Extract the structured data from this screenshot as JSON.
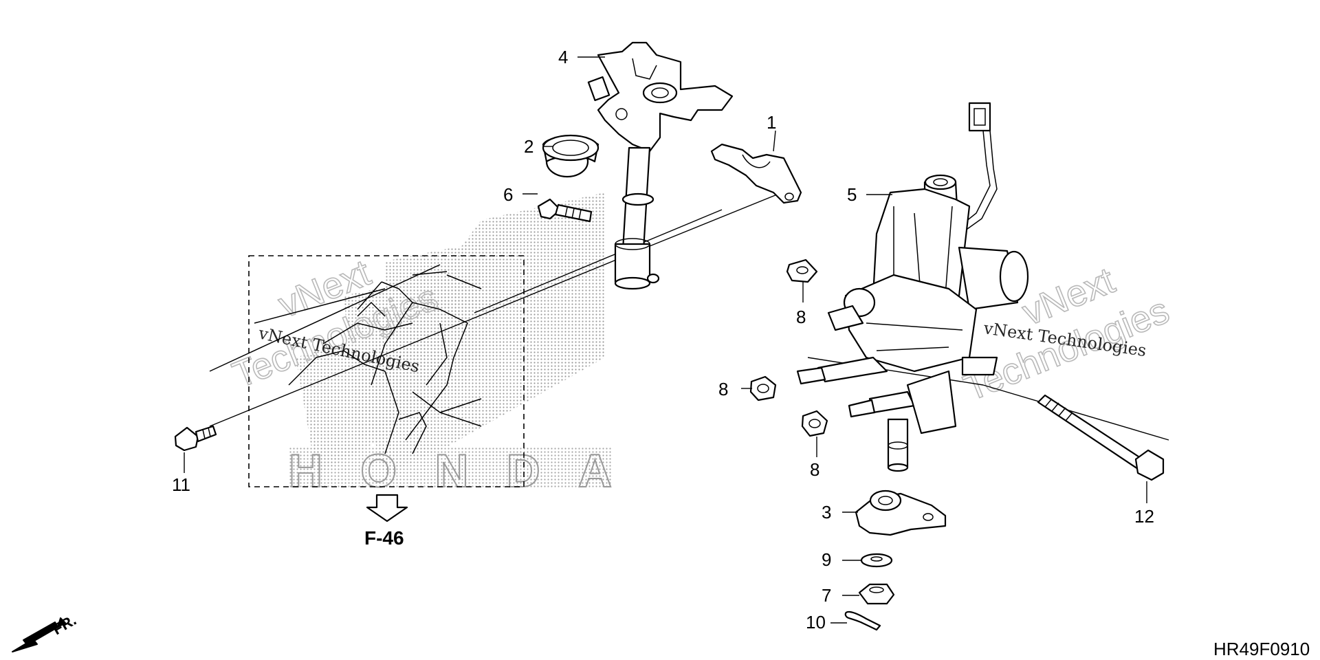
{
  "diagram": {
    "part_labels": [
      {
        "ref": "1"
      },
      {
        "ref": "2"
      },
      {
        "ref": "3"
      },
      {
        "ref": "4"
      },
      {
        "ref": "5"
      },
      {
        "ref": "6"
      },
      {
        "ref": "7"
      },
      {
        "ref": "8"
      },
      {
        "ref": "8"
      },
      {
        "ref": "8"
      },
      {
        "ref": "9"
      },
      {
        "ref": "10"
      },
      {
        "ref": "11"
      },
      {
        "ref": "12"
      }
    ],
    "reference": "F-46",
    "diagram_code": "HR49F0910",
    "front_indicator": "FR.",
    "watermark": {
      "text_serif": "vNext Technologies",
      "outline_line1": "vNext",
      "outline_line2": "Technologies",
      "logo_letters": "HONDA"
    }
  }
}
